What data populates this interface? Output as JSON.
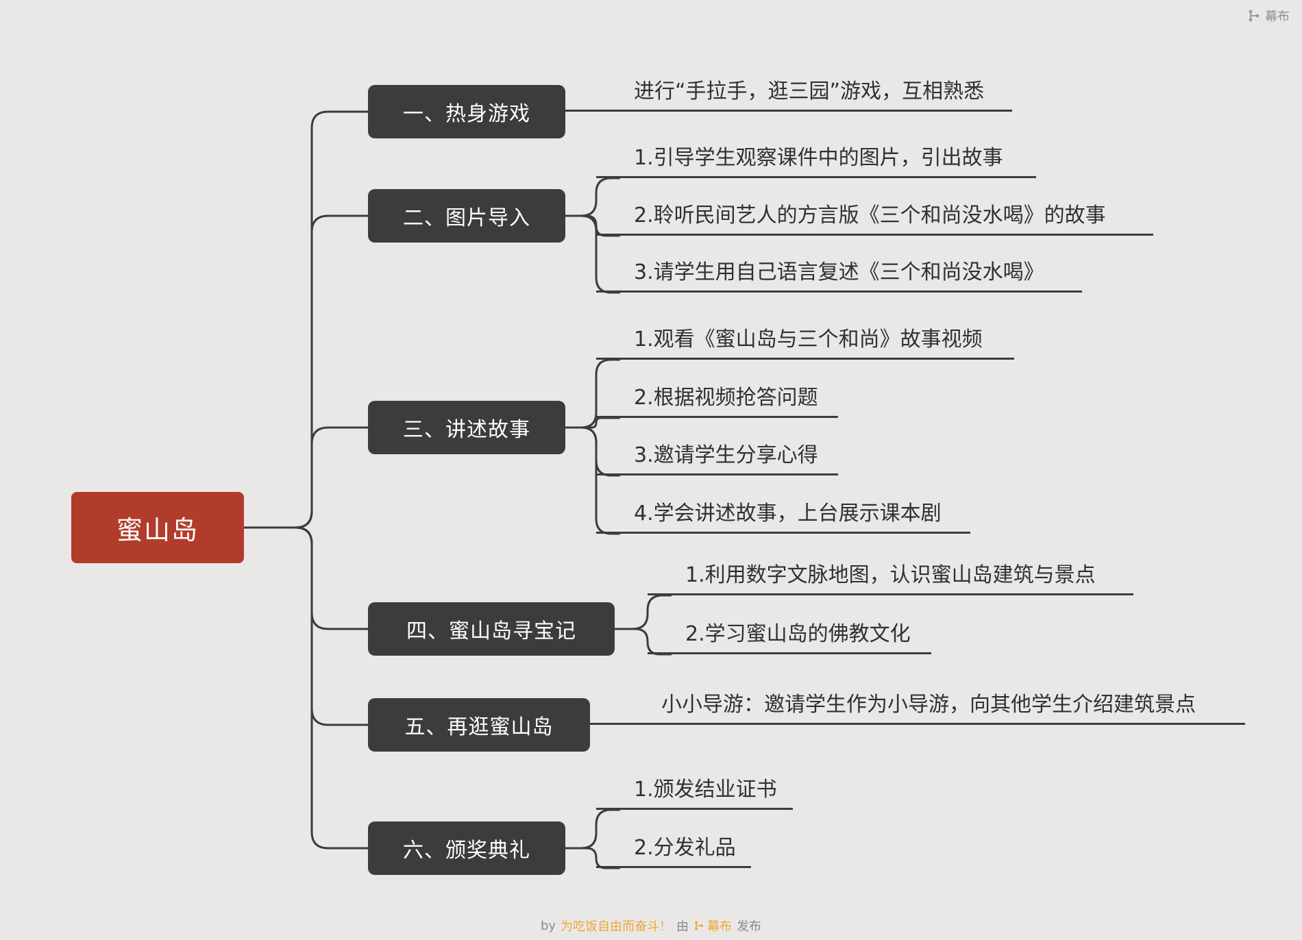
{
  "header": {
    "brand": "幕布"
  },
  "root": {
    "label": "蜜山岛"
  },
  "branches": [
    {
      "label": "一、热身游戏",
      "children": [
        "进行“手拉手，逛三园”游戏，互相熟悉"
      ]
    },
    {
      "label": "二、图片导入",
      "children": [
        "1.引导学生观察课件中的图片，引出故事",
        "2.聆听民间艺人的方言版《三个和尚没水喝》的故事",
        "3.请学生用自己语言复述《三个和尚没水喝》"
      ]
    },
    {
      "label": "三、讲述故事",
      "children": [
        "1.观看《蜜山岛与三个和尚》故事视频",
        "2.根据视频抢答问题",
        "3.邀请学生分享心得",
        "4.学会讲述故事，上台展示课本剧"
      ]
    },
    {
      "label": "四、蜜山岛寻宝记",
      "children": [
        "1.利用数字文脉地图，认识蜜山岛建筑与景点",
        "2.学习蜜山岛的佛教文化"
      ]
    },
    {
      "label": "五、再逛蜜山岛",
      "children": [
        "小小导游：邀请学生作为小导游，向其他学生介绍建筑景点"
      ]
    },
    {
      "label": "六、颁奖典礼",
      "children": [
        "1.颁发结业证书",
        "2.分发礼品"
      ]
    }
  ],
  "footer": {
    "by": "by",
    "author": "为吃饭自由而奋斗！",
    "via": "由",
    "brand": "幕布",
    "publish": "发布"
  },
  "colors": {
    "background": "#e9e8e6",
    "root_node": "#b23c2b",
    "branch_node": "#3c3c3c",
    "connector": "#3c3c3c",
    "leaf_text": "#303030",
    "accent": "#eda73c",
    "muted": "#8f8f8f"
  }
}
